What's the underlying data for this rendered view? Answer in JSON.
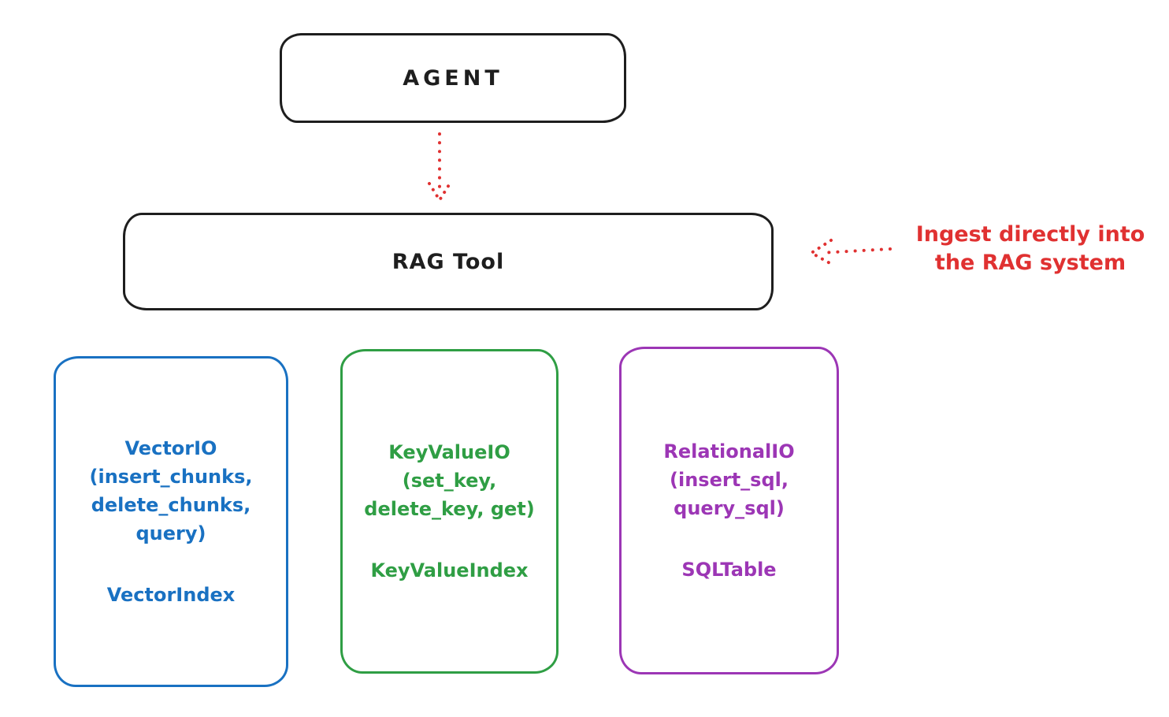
{
  "agent_box": {
    "label": "AGENT",
    "color": "#1e1e1e"
  },
  "rag_tool_box": {
    "label": "RAG Tool",
    "color": "#1e1e1e"
  },
  "annotation": {
    "lines": [
      "Ingest directly into",
      "the RAG system"
    ],
    "color": "#e03131"
  },
  "arrows": {
    "agent_to_rag_tool": "dotted-down-arrow",
    "ingest_into_rag": "dotted-left-arrow",
    "color": "#e03131"
  },
  "backends": [
    {
      "title": "VectorIO",
      "methods_lines": [
        "(insert_chunks,",
        "delete_chunks,",
        "query)"
      ],
      "index_label": "VectorIndex",
      "color": "#1971c2"
    },
    {
      "title": "KeyValueIO",
      "methods_lines": [
        "(set_key,",
        "delete_key, get)"
      ],
      "index_label": "KeyValueIndex",
      "color": "#2f9e44"
    },
    {
      "title": "RelationalIO",
      "methods_lines": [
        "(insert_sql,",
        "query_sql)"
      ],
      "index_label": "SQLTable",
      "color": "#9c36b5"
    }
  ]
}
